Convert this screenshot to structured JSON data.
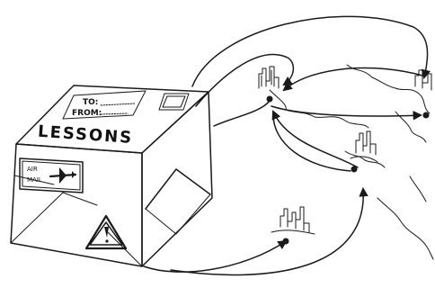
{
  "package": {
    "label_to": "TO:",
    "label_from": "FROM:",
    "title": "LESSONS",
    "airmail_line1": "AIR",
    "airmail_line2": "MAIL"
  },
  "colors": {
    "ink": "#1a1a1a",
    "paper": "#ffffff"
  },
  "icons": [
    "warning-icon",
    "airplane-icon",
    "stamp-icon"
  ]
}
